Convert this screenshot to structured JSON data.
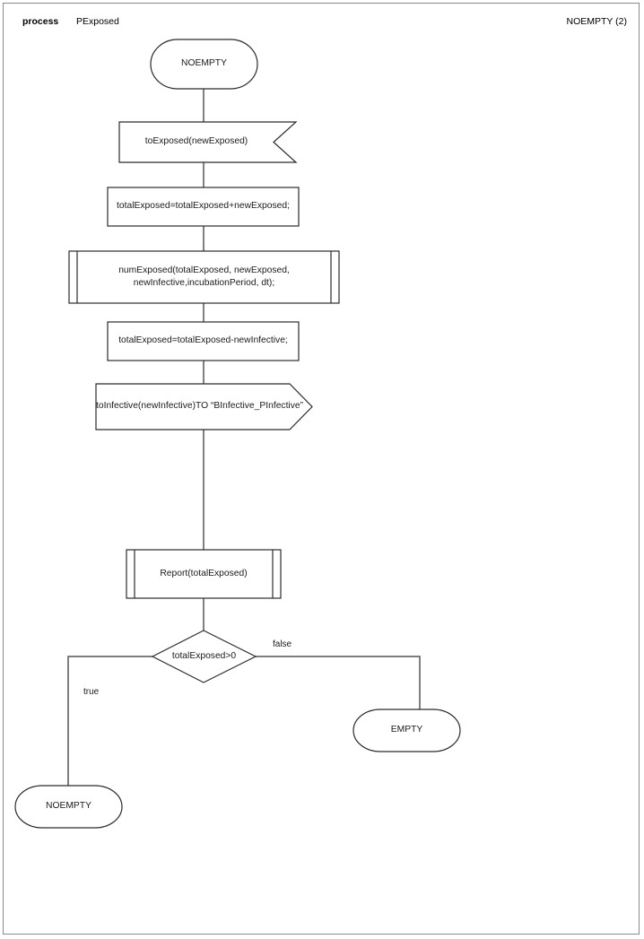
{
  "header": {
    "kind_label": "process",
    "process_name": "PExposed",
    "state_label": "NOEMPTY (2)"
  },
  "colors": {
    "stroke": "#2b2b2b",
    "connector": "#6b6b6b",
    "text": "#1a1a1a",
    "page_border": "#8a8a8a",
    "background": "#ffffff"
  },
  "diagram": {
    "title": "PExposed process flowchart",
    "nodes": [
      {
        "id": "start",
        "shape": "terminal",
        "label": "NOEMPTY"
      },
      {
        "id": "input1",
        "shape": "input",
        "label": "toExposed(newExposed)"
      },
      {
        "id": "assign1",
        "shape": "process",
        "label": "totalExposed=totalExposed+newExposed;"
      },
      {
        "id": "call1",
        "shape": "predefined-process",
        "label": "numExposed(totalExposed, newExposed,\nnewInfective,incubationPeriod, dt);"
      },
      {
        "id": "assign2",
        "shape": "process",
        "label": "totalExposed=totalExposed-newInfective;"
      },
      {
        "id": "output1",
        "shape": "output",
        "label": "toInfective(newInfective)TO “BInfective_PInfective”"
      },
      {
        "id": "call2",
        "shape": "predefined-process",
        "label": "Report(totalExposed)"
      },
      {
        "id": "decision1",
        "shape": "decision",
        "label": "totalExposed>0"
      },
      {
        "id": "end_empty",
        "shape": "terminal",
        "label": "EMPTY"
      },
      {
        "id": "end_noempty",
        "shape": "terminal",
        "label": "NOEMPTY"
      }
    ],
    "edges": [
      {
        "from": "start",
        "to": "input1",
        "label": ""
      },
      {
        "from": "input1",
        "to": "assign1",
        "label": ""
      },
      {
        "from": "assign1",
        "to": "call1",
        "label": ""
      },
      {
        "from": "call1",
        "to": "assign2",
        "label": ""
      },
      {
        "from": "assign2",
        "to": "output1",
        "label": ""
      },
      {
        "from": "output1",
        "to": "call2",
        "label": ""
      },
      {
        "from": "call2",
        "to": "decision1",
        "label": ""
      },
      {
        "from": "decision1",
        "to": "end_empty",
        "label": "false"
      },
      {
        "from": "decision1",
        "to": "end_noempty",
        "label": "true"
      }
    ],
    "edge_labels": {
      "false": "false",
      "true": "true"
    }
  }
}
